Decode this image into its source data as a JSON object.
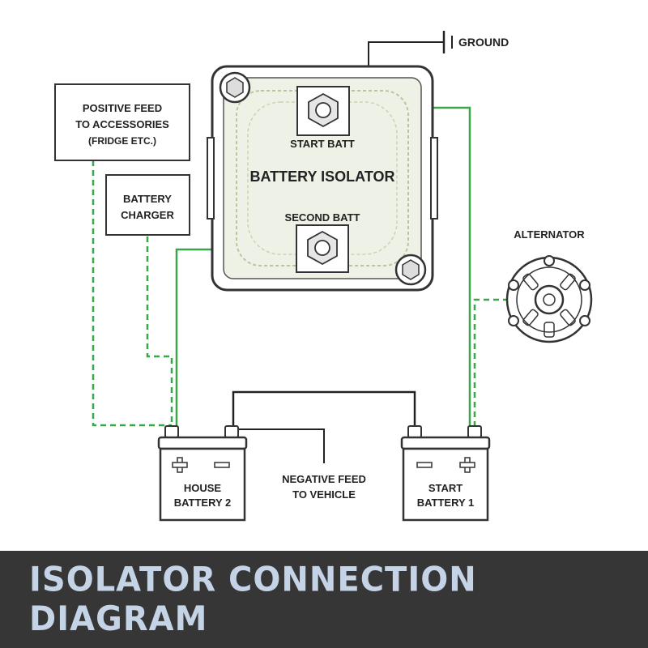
{
  "labels": {
    "ground": "GROUND",
    "ground_prefix": "|ı",
    "positive_feed_line1": "POSITIVE FEED",
    "positive_feed_line2": "TO ACCESSORIES",
    "positive_feed_line3": "(FRIDGE ETC.)",
    "charger_line1": "BATTERY",
    "charger_line2": "CHARGER",
    "start_batt": "START BATT",
    "isolator_title": "BATTERY ISOLATOR",
    "second_batt": "SECOND BATT",
    "alternator": "ALTERNATOR",
    "negative_feed_line1": "NEGATIVE FEED",
    "negative_feed_line2": "TO VEHICLE",
    "house_line1": "HOUSE",
    "house_line2": "BATTERY 2",
    "start_bat_line1": "START",
    "start_bat_line2": "BATTERY 1",
    "plus": "+",
    "minus": "−"
  },
  "footer": {
    "title": "ISOLATOR CONNECTION DIAGRAM"
  },
  "colors": {
    "wire_positive": "#3aa64a",
    "wire_negative": "#222222",
    "footer_bg": "#363636",
    "footer_text": "#c5d3e6",
    "isolator_fill": "#eef1e6"
  }
}
